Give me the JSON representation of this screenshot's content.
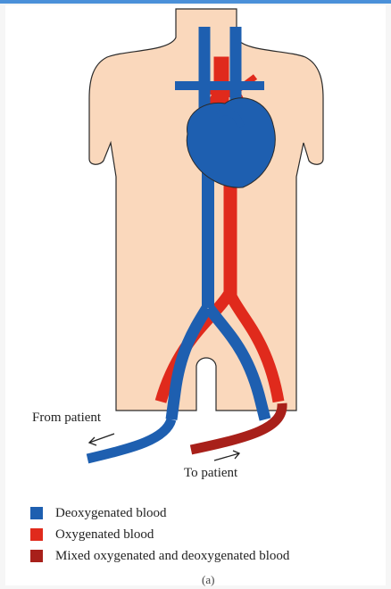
{
  "labels": {
    "from_patient": "From patient",
    "to_patient": "To patient"
  },
  "legend": {
    "items": [
      {
        "label": "Deoxygenated blood",
        "color": "#1e5fb0"
      },
      {
        "label": "Oxygenated blood",
        "color": "#e02a1c"
      },
      {
        "label": "Mixed oxygenated and deoxygenated blood",
        "color": "#a8201a"
      }
    ]
  },
  "caption": "(a)",
  "colors": {
    "skin": "#fad8bc",
    "deoxygenated": "#1e5fb0",
    "oxygenated": "#e02a1c",
    "mixed": "#a8201a",
    "outline": "#2a2a2a"
  }
}
